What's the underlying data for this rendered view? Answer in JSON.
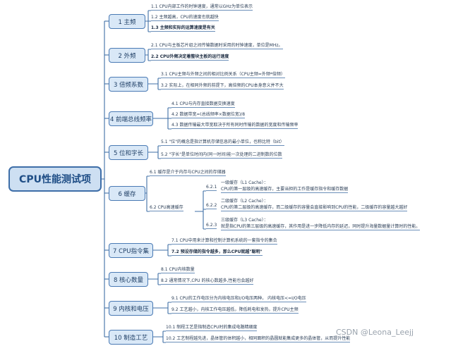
{
  "root": {
    "label": "CPU性能测试项"
  },
  "branches": [
    {
      "label": "1 主频",
      "leaves": [
        "1.1 CPU内部工作的时钟速度，通常以GHz为单位表示",
        "1.2 主频越高，CPU的速度也就越快",
        "1.3 主频和实际的运算速度是有关"
      ]
    },
    {
      "label": "2 外频",
      "leaves": [
        "2.1 CPU与主板芯片组之间传输数据时采用的时钟速度，单位是MHz。",
        "2.2 CPU外频决定着整块主板的运行速度"
      ]
    },
    {
      "label": "3 倍频系数",
      "leaves": [
        "3.1 CPU主频与外频之间的相对比例关系（CPU主频=外频*倍频）",
        "3.2 实际上，在相同外频的前提下，高倍频的CPU本身意义并不大"
      ]
    },
    {
      "label": "4 前端总线频率",
      "leaves": [
        "4.1 CPU与内存直接数据交换速度",
        "4.2 数据带宽=(总线频率×数据位宽)/8",
        "4.3 数据传输最大带宽取决于所有同时传输的数据的宽度和传输频率"
      ]
    },
    {
      "label": "5 位和字长",
      "leaves": [
        "5.1 \"位\"的概念是指计算机存储信息的最小单位，也称比特（bit）",
        "5.2 \"字长\"是单位时间内(同一时间)能一次处理的二进制数的位数"
      ]
    },
    {
      "label": "6 缓存",
      "leaves": [
        "6.1 缓存是介于内存与CPU之间的存储器",
        "6.2 CPU高速缓存"
      ],
      "cache": [
        {
          "num": "6.2.1",
          "title": "一级缓存（L1 Cache）：",
          "text": "CPU的第一层级的高速缓存，主要当担的工作是缓存指令和缓存数据"
        },
        {
          "num": "6.2.2",
          "title": "二级缓存（L2 Cache）：",
          "text": "CPU的第二层级的高速缓存，而二级缓存的容量会直接影响到CPU的性能，二级缓存的容量越大越好"
        },
        {
          "num": "6.2.3",
          "title": "三级缓存（L3 Cache）：",
          "text": "就是指CPU的第三层级的高速缓存，其作用是进一步降低内存的延迟，同时提升海量数据量计算时的性能。"
        }
      ]
    },
    {
      "label": "7 CPU指令集",
      "leaves": [
        "7.1 CPU中用来计算和控制计算机系统的一套指令的集合",
        "7.2 预设存储的指令越多，那么CPU就越\"聪明\""
      ]
    },
    {
      "label": "8 核心数量",
      "leaves": [
        "8.1 CPU内核数量",
        "8.2 通常情况下,CPU 的核心数越多,性能也会越好"
      ]
    },
    {
      "label": "9 内核和电压",
      "leaves": [
        "9.1 CPU的工作电压分为内核电压和I/O电压两种， 内核电压<=I/O电压",
        "9.2 工艺越小，内核工作电压越低，降低耗电和发热，提升CPU主频"
      ]
    },
    {
      "label": "10 制造工艺",
      "leaves": [
        "10.1 制程工艺是指制造CPU时的集成电路精细度",
        "10.2 工艺制程越先进，晶体管的体积越小，相同面积的晶圆就能集成更多的晶体管，从而提升性能"
      ]
    }
  ],
  "watermark": "CSDN @Leona_Leejj"
}
